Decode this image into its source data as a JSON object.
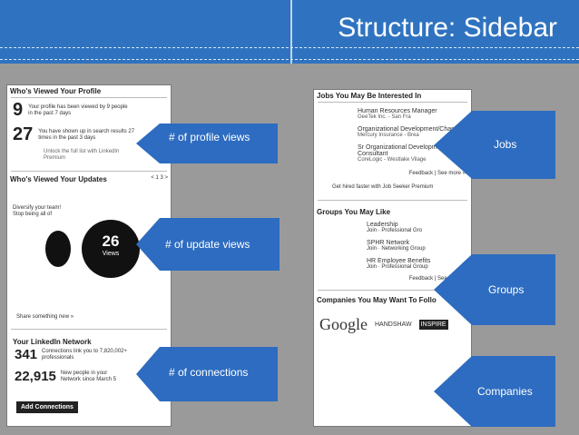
{
  "slide": {
    "title": "Structure: Sidebar"
  },
  "left_panel": {
    "viewed_profile_header": "Who's Viewed Your Profile",
    "profile_views_count": "9",
    "profile_views_text": "Your profile has been viewed by 9 people in the past 7 days",
    "search_count": "27",
    "search_text": "You have shown up in search results 27 times in the past 3 days",
    "upgrade_text": "Unlock the full list with LinkedIn Premium",
    "viewed_updates_header": "Who's Viewed Your Updates",
    "updates_pager": "< 1 3 >",
    "diversify_text": "Diversify your team! Stop being all of",
    "updates_views_count": "26",
    "updates_views_label": "Views",
    "share_text": "Share something new »",
    "network_header": "Your LinkedIn Network",
    "connections_count": "341",
    "connections_text": "Connections link you to 7,820,002+ professionals",
    "new_people_count": "22,915",
    "new_people_text": "New people in your Network since March 5",
    "add_connections_button": "Add Connections"
  },
  "right_panel": {
    "jobs_header": "Jobs You May Be Interested In",
    "jobs": [
      {
        "title": "Human Resources Manager",
        "company": "GeeTek Inc. - San Fra"
      },
      {
        "title": "Organizational Development/Change...",
        "company": "Mercury Insurance - Brea"
      },
      {
        "title": "Sr Organizational Development Consultant",
        "company": "CoreLogic - Westlake Vilage"
      }
    ],
    "jobs_feedback": "Feedback | See more »",
    "job_seeker_text": "Get hired faster with Job Seeker Premium",
    "groups_header": "Groups You May Like",
    "groups": [
      {
        "name": "Leadership",
        "join": "Join · Professional Gro"
      },
      {
        "name": "SPHR Network",
        "join": "Join · Networking Group"
      },
      {
        "name": "HR Employee Benefits",
        "join": "Join · Professional Group"
      }
    ],
    "groups_feedback": "Feedback | See more »",
    "companies_header": "Companies You May Want To Follo",
    "company_logos": [
      "Google",
      "HANDSHAW",
      "INSPIRE"
    ]
  },
  "callouts": {
    "profile_views": "# of profile views",
    "update_views": "# of update views",
    "connections": "# of connections",
    "jobs": "Jobs",
    "groups": "Groups",
    "companies": "Companies"
  },
  "colors": {
    "header_blue": "#2f73c0",
    "callout_blue": "#2d6cc0",
    "slide_bg": "#9a9a9a"
  }
}
